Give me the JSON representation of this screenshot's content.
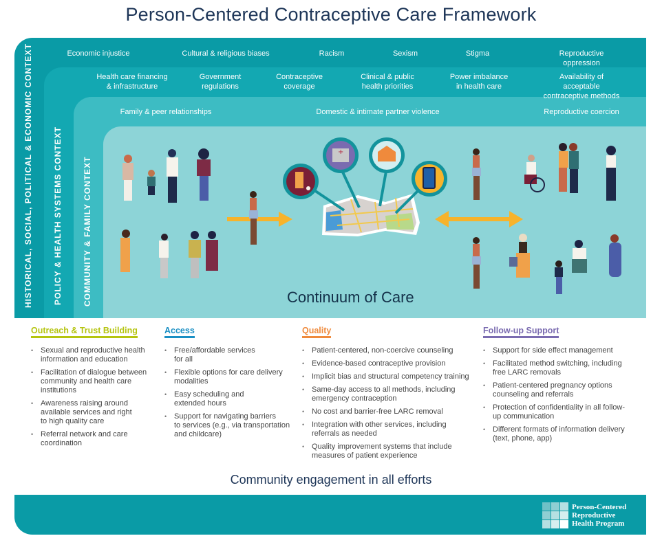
{
  "title": "Person-Centered Contraceptive Care Framework",
  "context_layers": [
    {
      "label": "HISTORICAL, SOCIAL, POLITICAL & ECONOMIC CONTEXT",
      "color": "#0a9ba6",
      "items": [
        "Economic injustice",
        "Cultural & religious biases",
        "Racism",
        "Sexism",
        "Stigma",
        "Reproductive oppression"
      ]
    },
    {
      "label": "POLICY & HEALTH SYSTEMS CONTEXT",
      "color": "#13a8b2",
      "items": [
        "Health care financing\n& infrastructure",
        "Government\nregulations",
        "Contraceptive\ncoverage",
        "Clinical & public\nhealth priorities",
        "Power imbalance\nin health care",
        "Availability of acceptable\ncontraceptive methods"
      ]
    },
    {
      "label": "COMMUNITY & FAMILY CONTEXT",
      "color": "#3dbcc3",
      "items": [
        "Family & peer relationships",
        "Domestic & intimate partner violence",
        "Reproductive coercion"
      ]
    }
  ],
  "center": {
    "label": "Continuum of Care",
    "color": "#8dd4d7",
    "icons": [
      "pill-bottle-icon",
      "hospital-icon",
      "school-icon",
      "phone-telehealth-icon"
    ],
    "arrow_color": "#f7b32b"
  },
  "columns": [
    {
      "heading": "Outreach & Trust Building",
      "color": "#b5c40f",
      "items": [
        "Sexual and reproductive health\ninformation and education",
        "Facilitation of dialogue between\ncommunity and health care\ninstitutions",
        "Awareness raising around\navailable services and right\nto high quality care",
        "Referral network and care\ncoordination"
      ]
    },
    {
      "heading": "Access",
      "color": "#1a8fc4",
      "items": [
        "Free/affordable services\nfor all",
        "Flexible options for care delivery\nmodalities",
        "Easy scheduling and\nextended hours",
        "Support for navigating barriers\nto services (e.g., via transportation\nand childcare)"
      ]
    },
    {
      "heading": "Quality",
      "color": "#ef8a3c",
      "items": [
        "Patient-centered, non-coercive counseling",
        "Evidence-based contraceptive provision",
        "Implicit bias and structural competency training",
        "Same-day access to all methods, including\nemergency contraception",
        "No cost and barrier-free LARC removal",
        "Integration with other services, including\nreferrals as needed",
        "Quality improvement systems that include\nmeasures of patient experience"
      ]
    },
    {
      "heading": "Follow-up Support",
      "color": "#7a6bb0",
      "items": [
        "Support for side effect management",
        "Facilitated method switching, including\nfree LARC removals",
        "Patient-centered pregnancy options\ncounseling and referrals",
        "Protection of confidentiality in all follow-\nup communication",
        "Different formats of information delivery\n(text, phone, app)"
      ]
    }
  ],
  "community_engagement": "Community engagement in all efforts",
  "logo": {
    "text": "Person-Centered\nReproductive\nHealth Program"
  }
}
